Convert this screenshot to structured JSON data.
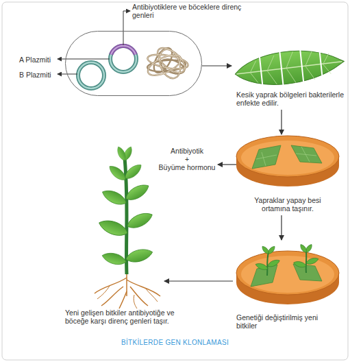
{
  "diagram": {
    "caption": "BİTKİLERDE GEN KLONLAMASI",
    "nodes": [
      {
        "text": [
          "Antibiyotiklere ve böceklere direnç genleri",
          "A Plazmiti",
          "B Plazmiti"
        ]
      },
      {
        "text": [
          "Kesik yaprak bölgeleri bakterilerle enfekte edilir."
        ]
      },
      {
        "text": [
          "Yapraklar yapay besi ortamına taşınır."
        ]
      },
      {
        "text": [
          "Antibiyotik",
          "+",
          "Büyüme hormonu"
        ]
      },
      {
        "text": [
          "Genetiği değiştirilmiş yeni bitkiler"
        ]
      },
      {
        "text": [
          "Yeni gelişen bitkiler antibiyotiğe ve böceğe karşı direnç genleri taşır."
        ]
      }
    ],
    "edges": [
      {
        "from": 0,
        "to": 1,
        "arrow": "to"
      },
      {
        "from": 1,
        "to": 2,
        "arrow": "to"
      },
      {
        "from": 2,
        "to": 3,
        "arrow": "to"
      },
      {
        "from": 2,
        "to": 4,
        "arrow": "to"
      },
      {
        "from": 4,
        "to": 5,
        "arrow": "to"
      }
    ]
  }
}
